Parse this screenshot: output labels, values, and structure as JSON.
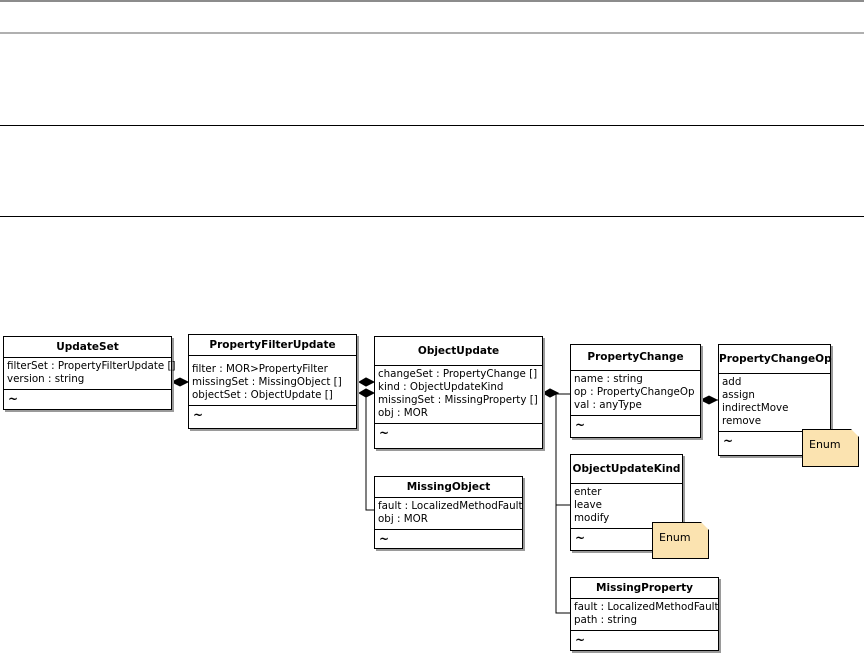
{
  "classes": {
    "update_set": {
      "name": "UpdateSet",
      "attrs": [
        "filterSet : PropertyFilterUpdate []",
        "version : string"
      ],
      "ops": "~"
    },
    "property_filter_update": {
      "name": "PropertyFilterUpdate",
      "attrs": [
        "filter : MOR>PropertyFilter",
        "missingSet : MissingObject []",
        "objectSet : ObjectUpdate []"
      ],
      "ops": "~"
    },
    "object_update": {
      "name": "ObjectUpdate",
      "attrs": [
        "changeSet : PropertyChange []",
        "kind : ObjectUpdateKind",
        "missingSet : MissingProperty []",
        "obj : MOR"
      ],
      "ops": "~"
    },
    "missing_object": {
      "name": "MissingObject",
      "attrs": [
        "fault : LocalizedMethodFault",
        "obj : MOR"
      ],
      "ops": "~"
    },
    "property_change": {
      "name": "PropertyChange",
      "attrs": [
        "name : string",
        "op : PropertyChangeOp",
        "val : anyType"
      ],
      "ops": "~"
    },
    "property_change_op": {
      "name": "PropertyChangeOp",
      "attrs": [
        "add",
        "assign",
        "indirectMove",
        "remove"
      ],
      "ops": "~"
    },
    "object_update_kind": {
      "name": "ObjectUpdateKind",
      "attrs": [
        "enter",
        "leave",
        "modify"
      ],
      "ops": "~"
    },
    "missing_property": {
      "name": "MissingProperty",
      "attrs": [
        "fault : LocalizedMethodFault",
        "path : string"
      ],
      "ops": "~"
    }
  },
  "notes": {
    "enum_property_change_op": "Enum",
    "enum_object_update_kind": "Enum"
  },
  "colors": {
    "note_fill": "#fbe3b0",
    "shadow": "#9a9a9a",
    "rule": "#000000"
  }
}
